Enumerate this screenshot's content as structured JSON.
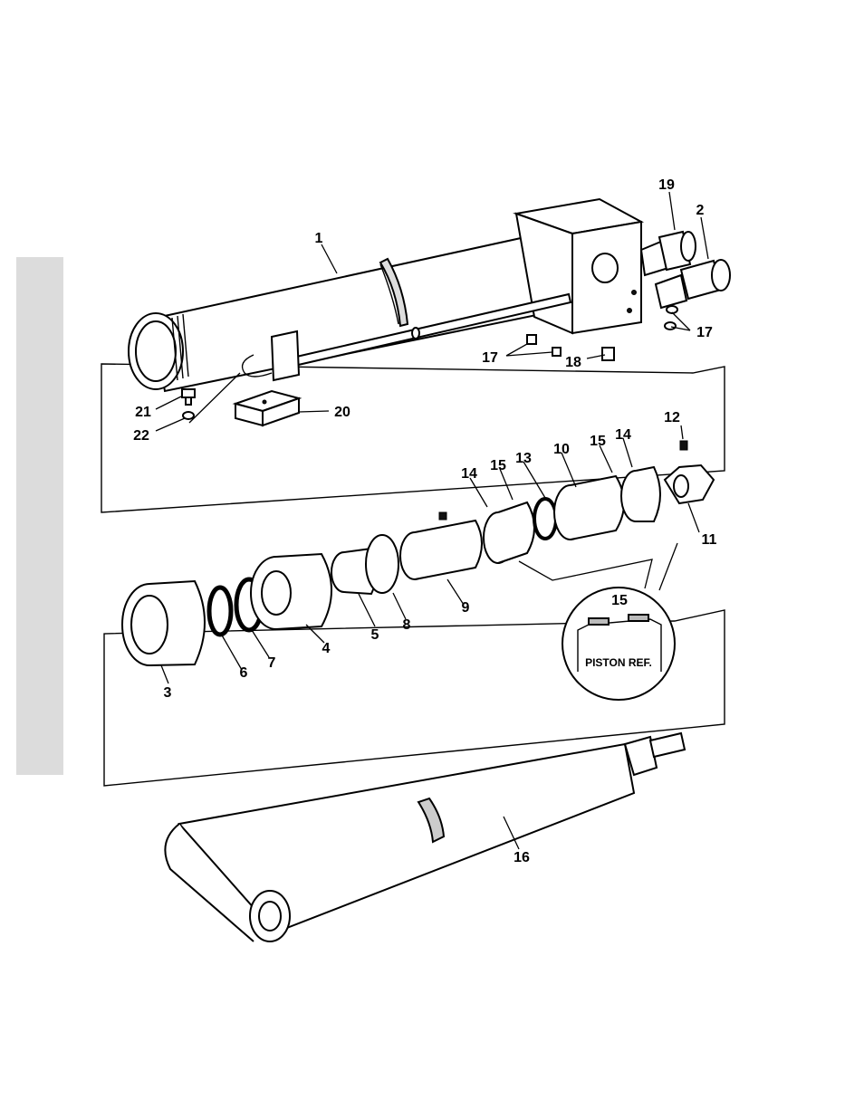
{
  "callouts": {
    "c1": "1",
    "c2": "2",
    "c3": "3",
    "c4": "4",
    "c5": "5",
    "c6": "6",
    "c7": "7",
    "c8": "8",
    "c9": "9",
    "c10": "10",
    "c11": "11",
    "c12": "12",
    "c13": "13",
    "c14a": "14",
    "c14b": "14",
    "c15a": "15",
    "c15b": "15",
    "c15c": "15",
    "c16": "16",
    "c17a": "17",
    "c17b": "17",
    "c18": "18",
    "c19": "19",
    "c20": "20",
    "c21": "21",
    "c22": "22"
  },
  "detail": {
    "caption": "PISTON REF."
  },
  "colors": {
    "ink": "#000000",
    "side_tab": "#dcdcdc",
    "paper": "#ffffff"
  }
}
